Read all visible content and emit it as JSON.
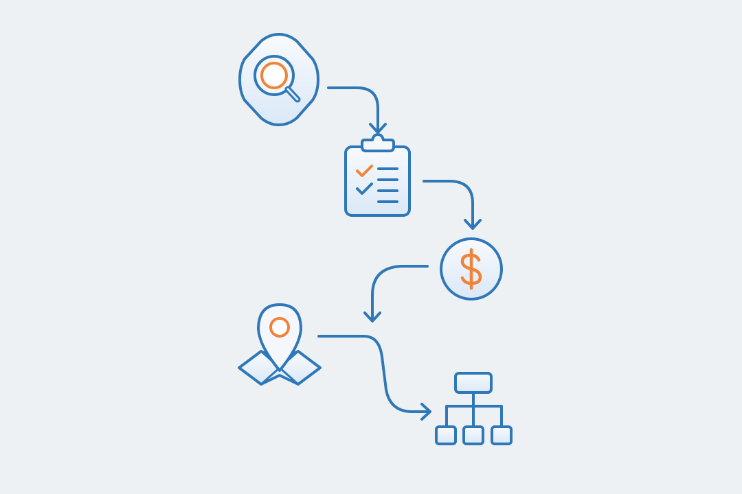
{
  "diagram": {
    "type": "flowchart",
    "colors": {
      "background": "#eef1f4",
      "stroke": "#2f78b7",
      "accent": "#f0833a",
      "fill_light": "#e4eefa",
      "fill_white": "#f7f9fc"
    },
    "nodes": [
      {
        "id": "research",
        "icon": "magnifier-in-hexagon-icon"
      },
      {
        "id": "checklist",
        "icon": "clipboard-checklist-icon"
      },
      {
        "id": "budget",
        "icon": "dollar-coin-icon"
      },
      {
        "id": "location",
        "icon": "map-pin-icon"
      },
      {
        "id": "organization",
        "icon": "org-chart-icon"
      }
    ],
    "edges": [
      {
        "from": "research",
        "to": "checklist"
      },
      {
        "from": "checklist",
        "to": "budget"
      },
      {
        "from": "budget",
        "to": "location"
      },
      {
        "from": "location",
        "to": "organization"
      }
    ]
  }
}
